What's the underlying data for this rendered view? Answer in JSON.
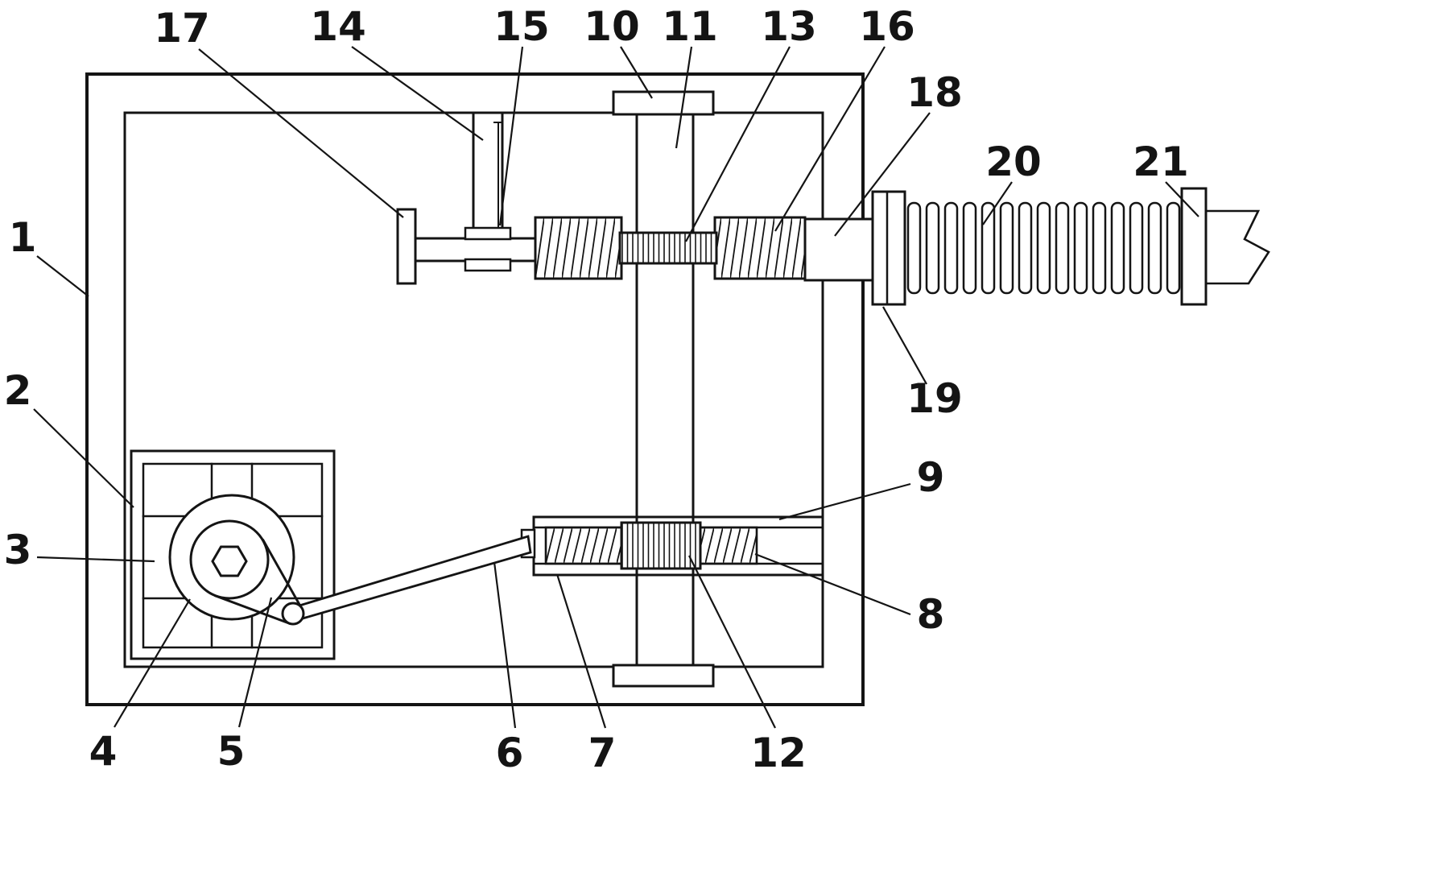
{
  "colors": {
    "ink": "#141414",
    "background": "#ffffff"
  },
  "labels": [
    "1",
    "2",
    "3",
    "4",
    "5",
    "6",
    "7",
    "8",
    "9",
    "10",
    "11",
    "12",
    "13",
    "14",
    "15",
    "16",
    "17",
    "18",
    "19",
    "20",
    "21"
  ]
}
